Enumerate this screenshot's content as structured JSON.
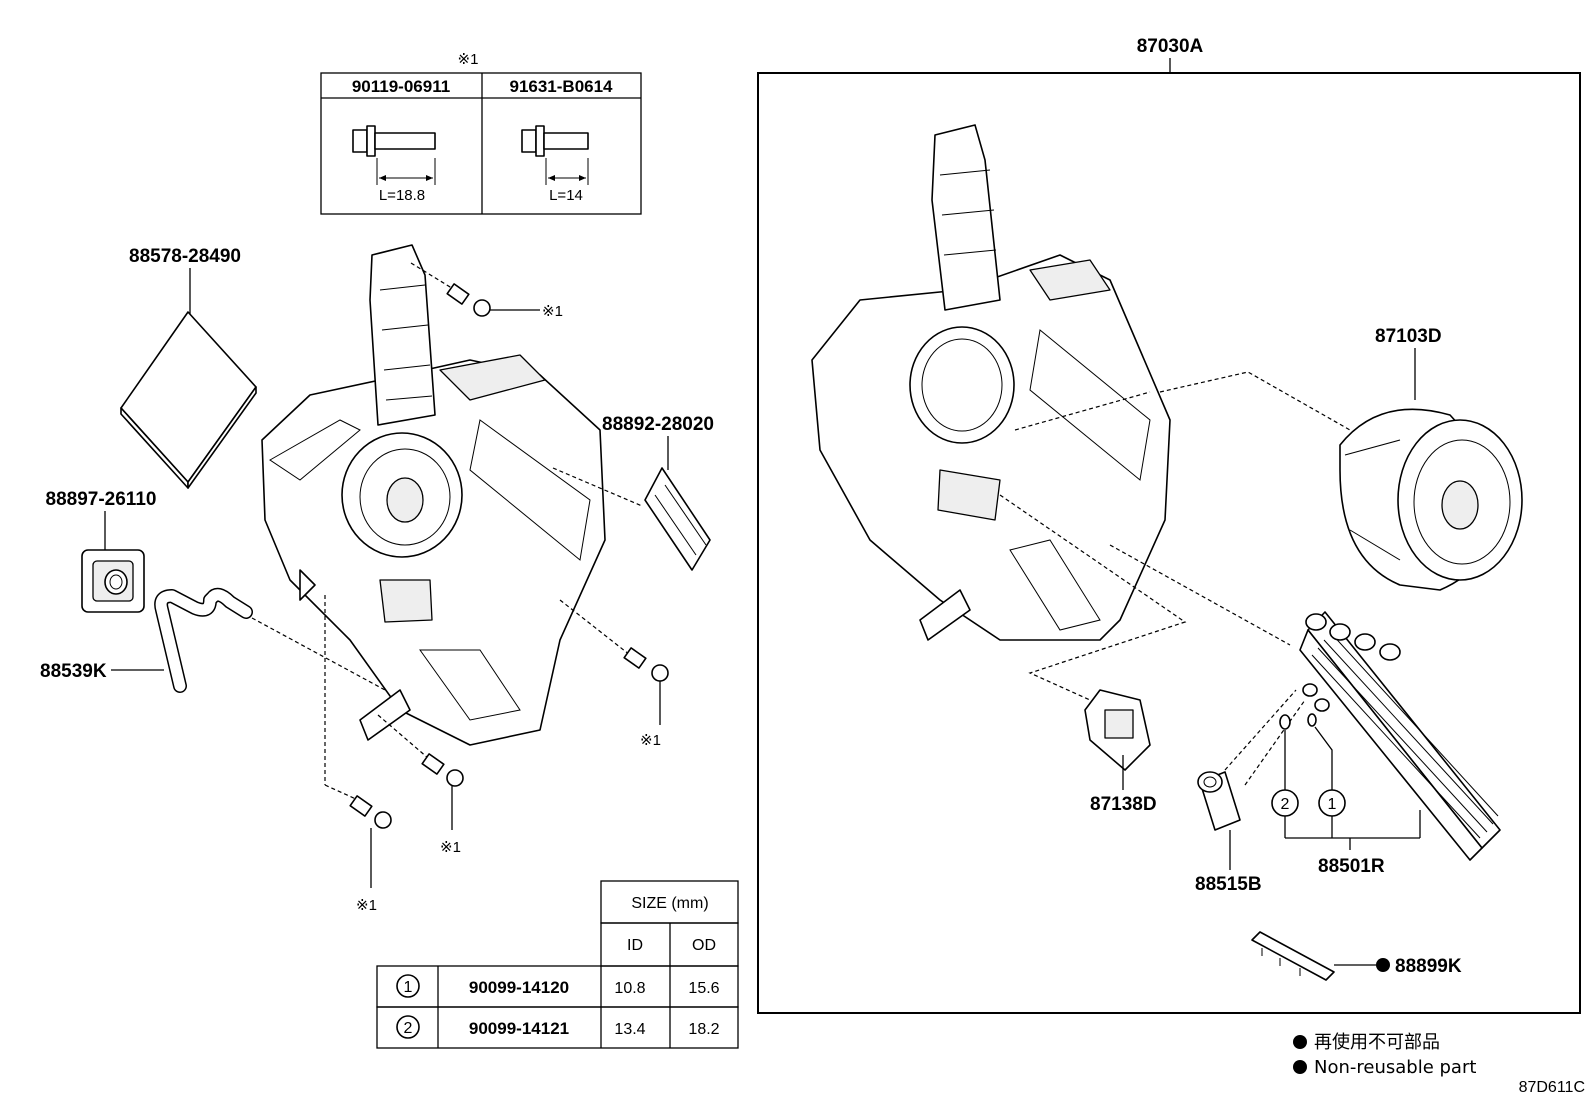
{
  "bolt_table": {
    "header_mark": "※1",
    "columns": [
      {
        "part_no": "90119-06911",
        "length": "L=18.8"
      },
      {
        "part_no": "91631-B0614",
        "length": "L=14"
      }
    ]
  },
  "labels": {
    "filter": "88578-28490",
    "packing": "88897-26110",
    "hose": "88539K",
    "cover": "88892-28020",
    "bolt_mark_top": "※1",
    "bolt_mark_right": "※1",
    "bolt_mark_mid": "※1",
    "bolt_mark_bottom": "※1",
    "assembly": "87030A",
    "blower": "87103D",
    "resistor": "87138D",
    "valve": "88515B",
    "evaporator": "88501R",
    "clip": "88899K",
    "oring_1": "1",
    "oring_2": "2"
  },
  "size_table": {
    "title": "SIZE (mm)",
    "col_id": "ID",
    "col_od": "OD",
    "rows": [
      {
        "num": "1",
        "part_no": "90099-14120",
        "id": "10.8",
        "od": "15.6"
      },
      {
        "num": "2",
        "part_no": "90099-14121",
        "id": "13.4",
        "od": "18.2"
      }
    ]
  },
  "legend": {
    "line_jp": "再使用不可部品",
    "line_en": "Non-reusable part"
  },
  "diagram_code": "87D611C"
}
